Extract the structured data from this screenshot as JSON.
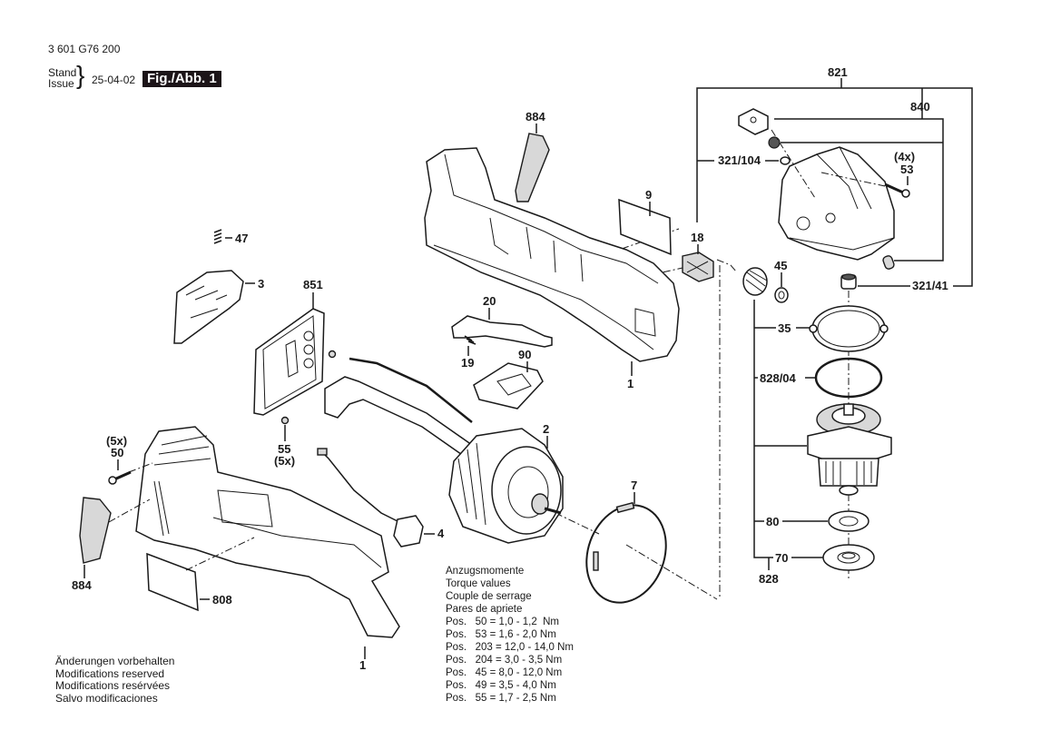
{
  "header": {
    "document_number": "3 601 G76 200",
    "stand_label": "Stand",
    "issue_label": "Issue",
    "date": "25-04-02",
    "figure_label": "Fig./Abb. 1"
  },
  "footer": {
    "lines": [
      "Änderungen vorbehalten",
      "Modifications reserved",
      "Modifications resérvées",
      "Salvo modificaciones"
    ]
  },
  "torque": {
    "titles": [
      "Anzugsmomente",
      "Torque values",
      "Couple de serrage",
      "Pares de apriete"
    ],
    "rows": [
      {
        "prefix": "Pos.",
        "pos": "50",
        "value": "1,0 - 1,2  Nm"
      },
      {
        "prefix": "Pos.",
        "pos": "53",
        "value": "1,6 - 2,0 Nm"
      },
      {
        "prefix": "Pos.",
        "pos": "203",
        "value": "12,0 - 14,0 Nm"
      },
      {
        "prefix": "Pos.",
        "pos": "204",
        "value": "3,0 - 3,5 Nm"
      },
      {
        "prefix": "Pos.",
        "pos": "45",
        "value": "8,0 - 12,0 Nm"
      },
      {
        "prefix": "Pos.",
        "pos": "49",
        "value": "3,5 - 4,0 Nm"
      },
      {
        "prefix": "Pos.",
        "pos": "55",
        "value": "1,7 - 2,5 Nm"
      }
    ]
  },
  "part_labels": {
    "p821": "821",
    "p840": "840",
    "p321_104": "321/104",
    "p53_qty": "(4x)",
    "p53": "53",
    "p321_41": "321/41",
    "p884_top": "884",
    "p9": "9",
    "p18": "18",
    "p45": "45",
    "p47": "47",
    "p3": "3",
    "p851": "851",
    "p20": "20",
    "p19": "19",
    "p90": "90",
    "p1_top": "1",
    "p35": "35",
    "p828_04": "828/04",
    "p50_qty": "(5x)",
    "p50": "50",
    "p55": "55",
    "p55_qty": "(5x)",
    "p2": "2",
    "p7": "7",
    "p4": "4",
    "p80": "80",
    "p70": "70",
    "p828": "828",
    "p884_bottom": "884",
    "p808": "808",
    "p1_bottom": "1"
  }
}
